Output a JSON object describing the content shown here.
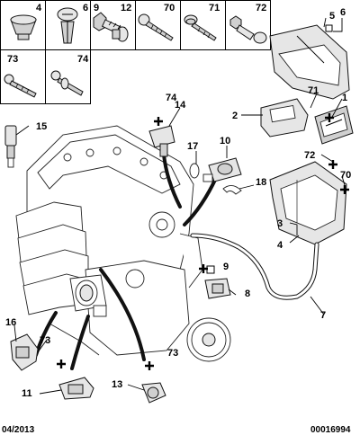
{
  "header_parts": [
    {
      "ref": "4",
      "icon": "clip-nut-icon"
    },
    {
      "ref": "6",
      "icon": "push-rivet-icon"
    },
    {
      "ref": "9",
      "icon": "bolt-icon"
    },
    {
      "ref": "12",
      "icon": "flange-bolt-icon"
    },
    {
      "ref": "70",
      "icon": "self-tapping-screw-icon"
    },
    {
      "ref": "71",
      "icon": "washer-screw-icon"
    },
    {
      "ref": "72",
      "icon": "collar-screw-icon"
    },
    {
      "ref": "73",
      "icon": "socket-cap-screw-icon"
    },
    {
      "ref": "74",
      "icon": "screw-with-washer-icon"
    }
  ],
  "callouts": {
    "c1": "1",
    "c2": "2",
    "c3": "3",
    "c4": "4",
    "c5": "5",
    "c6": "6",
    "c7": "7",
    "c8": "8",
    "c9": "9",
    "c10": "10",
    "c11": "11",
    "c13": "13",
    "c14": "14",
    "c15": "15",
    "c16": "16",
    "c17": "17",
    "c18": "18",
    "c70": "70",
    "c71": "71",
    "c72": "72",
    "c73a": "73",
    "c73b": "73",
    "c74": "74"
  },
  "footer": {
    "date": "04/2013",
    "code": "00016994"
  }
}
